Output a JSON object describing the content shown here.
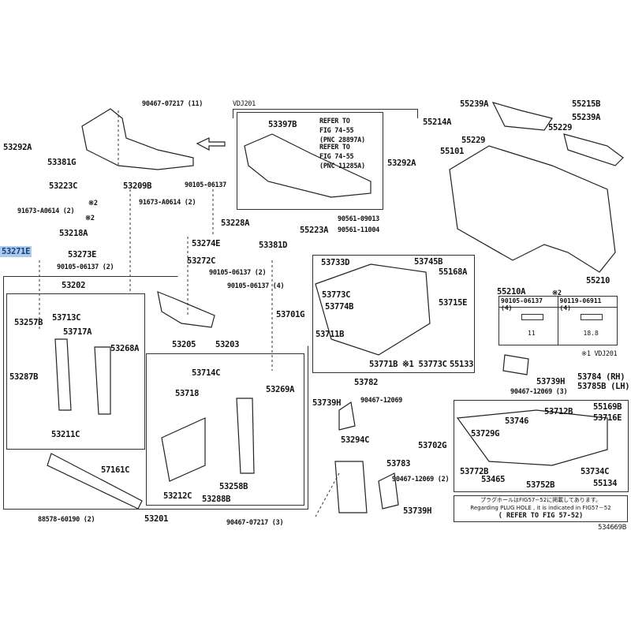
{
  "diagram_id": "534669B",
  "variant_label": "VDJ201",
  "labels": {
    "l1": "90467-07217 (11)",
    "l2": "53292A",
    "l3": "53381G",
    "l4": "53397B",
    "l5": "53292A",
    "l6": "55239A",
    "l7": "55214A",
    "l8": "55229",
    "l9": "55215B",
    "l10": "55239A",
    "l11": "55229",
    "l12": "55101",
    "l13": "53223C",
    "l14": "53209B",
    "l15": "90105-06137",
    "l16": "※2",
    "l17": "91673-A0614 (2)",
    "l18": "91673-A0614 (2)",
    "l19": "※2",
    "l20": "53228A",
    "l21": "90561-09013",
    "l22": "55223A",
    "l23": "90561-11004",
    "l24": "53218A",
    "l25": "53274E",
    "l26": "53381D",
    "l27": "53271E",
    "l28": "53273E",
    "l29": "90105-06137 (2)",
    "l30": "53272C",
    "l31": "90105-06137 (2)",
    "l32": "90105-06137 (4)",
    "l33": "53733D",
    "l34": "53745B",
    "l35": "55168A",
    "l36": "55210",
    "l37": "53202",
    "l38": "53773C",
    "l39": "53715E",
    "l40": "55210A",
    "l41": "※2",
    "l42": "53713C",
    "l43": "53257B",
    "l44": "53774B",
    "l45": "53701G",
    "l46": "53717A",
    "l47": "53268A",
    "l48": "53711B",
    "l49": "※1 VDJ201",
    "l50": "53205",
    "l51": "53203",
    "l52": "53287B",
    "l53": "53771B",
    "l54": "※1 53773C",
    "l55": "55133",
    "l56": "53714C",
    "l57": "53739H",
    "l58": "53784 (RH)",
    "l59": "53785B (LH)",
    "l60": "53269A",
    "l61": "53782",
    "l62": "90467-12069 (3)",
    "l63": "53718",
    "l64": "53739H",
    "l65": "90467-12069",
    "l66": "53211C",
    "l67": "55169B",
    "l68": "53712B",
    "l69": "53716E",
    "l70": "53746",
    "l71": "53294C",
    "l72": "53729G",
    "l73": "53702G",
    "l74": "57161C",
    "l75": "53258B",
    "l76": "53212C",
    "l77": "53288B",
    "l78": "53783",
    "l79": "90467-12069 (2)",
    "l80": "53772B",
    "l81": "53734C",
    "l82": "53465",
    "l83": "53752B",
    "l84": "55134",
    "l85": "88578-60190 (2)",
    "l86": "53201",
    "l87": "90467-07217 (3)",
    "l88": "53739H"
  },
  "refer_notes": [
    [
      "REFER TO",
      "FIG 74-55",
      "(PNC 28897A)"
    ],
    [
      "REFER TO",
      "FIG 74-55",
      "(PNC 11285A)"
    ]
  ],
  "bolt_table": {
    "headers": [
      "90105-06137 (4)",
      "90119-06911 (4)"
    ],
    "lengths": [
      "11",
      "18.8"
    ]
  },
  "note": {
    "japanese": "プラグホールはFIG57−52に掲載してあります。",
    "english": "Regarding PLUG HOLE , it is indicated in FIG57－52",
    "refer": "( REFER TO FIG 57-52)"
  },
  "highlighted_part": "53271E",
  "colors": {
    "highlight": "#a9cbf1",
    "line": "#333333"
  }
}
